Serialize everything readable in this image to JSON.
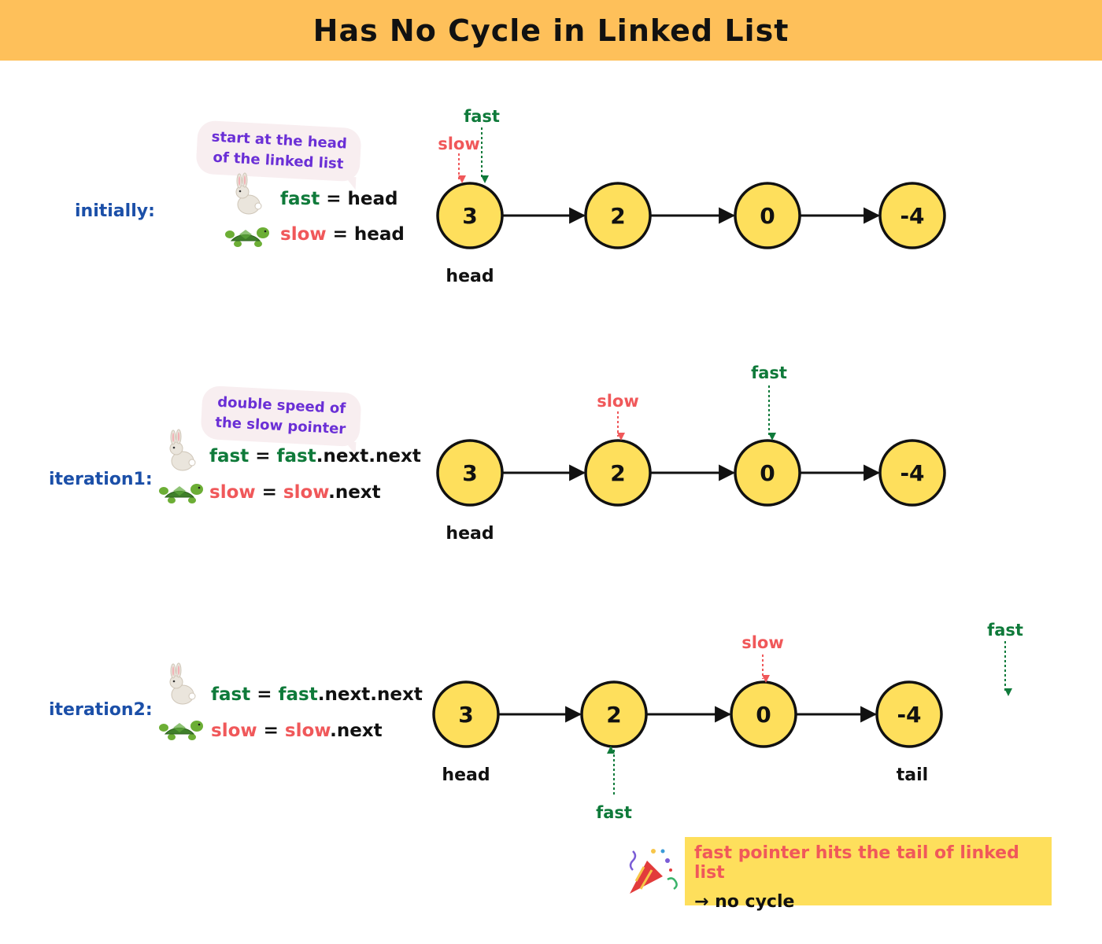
{
  "title": "Has No Cycle in Linked List",
  "nodes": [
    "3",
    "2",
    "0",
    "-4"
  ],
  "labels": {
    "fast": "fast",
    "slow": "slow",
    "head": "head",
    "tail": "tail",
    "equals": " = ",
    "next": ".next",
    "next_next": ".next.next"
  },
  "steps": [
    {
      "label": "initially:",
      "note_line1": "start at the head",
      "note_line2": "of the linked list"
    },
    {
      "label": "iteration1:",
      "note_line1": "double speed of",
      "note_line2": "the slow pointer"
    },
    {
      "label": "iteration2:"
    }
  ],
  "result": {
    "line1": "fast pointer hits the tail of linked list",
    "line2": "→ no cycle"
  },
  "colors": {
    "banner": "#fec05a",
    "node_fill": "#fedf5c",
    "fast": "#0f7a3a",
    "slow": "#f0585a",
    "step_label": "#1b4fa8",
    "note_text": "#6a2fd6",
    "result_box": "#fedf5c"
  },
  "icons": {
    "rabbit": "rabbit-icon",
    "turtle": "turtle-icon",
    "party": "party-popper-icon"
  }
}
